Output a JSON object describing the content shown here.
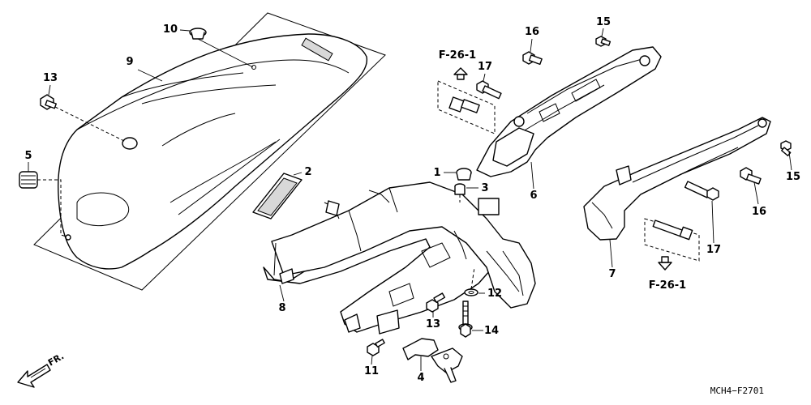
{
  "callouts": {
    "n1": "1",
    "n2": "2",
    "n3": "3",
    "n4": "4",
    "n5": "5",
    "n6": "6",
    "n7": "7",
    "n8": "8",
    "n9": "9",
    "n10": "10",
    "n11": "11",
    "n12": "12",
    "n13a": "13",
    "n13b": "13",
    "n14": "14",
    "n15a": "15",
    "n15b": "15",
    "n16a": "16",
    "n16b": "16",
    "n17a": "17",
    "n17b": "17"
  },
  "refs": {
    "top": "F-26-1",
    "bottom": "F-26-1"
  },
  "direction_label": "FR.",
  "diagram_code": "MCH4−F2701"
}
